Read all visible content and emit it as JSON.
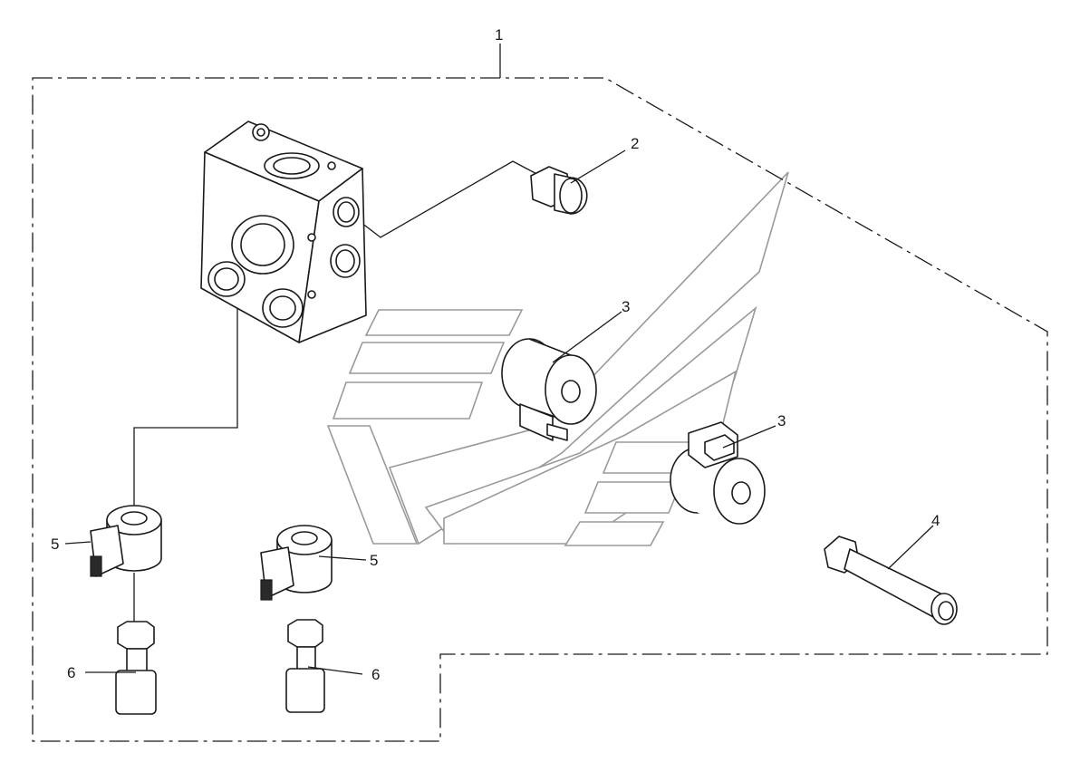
{
  "diagram": {
    "callouts": [
      {
        "id": "callout-1",
        "label": "1"
      },
      {
        "id": "callout-2",
        "label": "2"
      },
      {
        "id": "callout-3a",
        "label": "3"
      },
      {
        "id": "callout-3b",
        "label": "3"
      },
      {
        "id": "callout-4",
        "label": "4"
      },
      {
        "id": "callout-5a",
        "label": "5"
      },
      {
        "id": "callout-5b",
        "label": "5"
      },
      {
        "id": "callout-6a",
        "label": "6"
      },
      {
        "id": "callout-6b",
        "label": "6"
      }
    ]
  }
}
